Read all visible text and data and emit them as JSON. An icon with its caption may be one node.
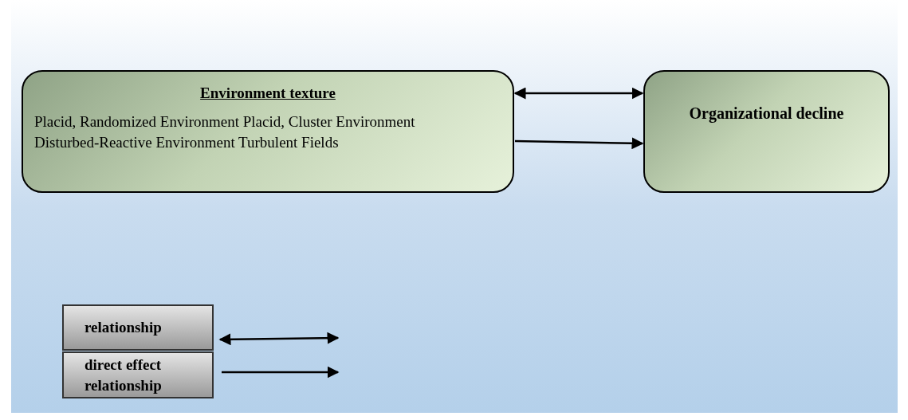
{
  "diagram": {
    "nodes": [
      {
        "text": [
          "Environment texture",
          "Placid, Randomized Environment Placid, Cluster Environment Disturbed-Reactive Environment Turbulent Fields"
        ]
      },
      {
        "text": [
          "Organizational decline"
        ]
      }
    ],
    "edges": [
      {
        "from": 0,
        "to": 1,
        "arrow": "both"
      },
      {
        "from": 0,
        "to": 1,
        "arrow": "to"
      }
    ],
    "legend": [
      {
        "text": "relationship"
      },
      {
        "text": "direct effect relationship"
      }
    ]
  }
}
